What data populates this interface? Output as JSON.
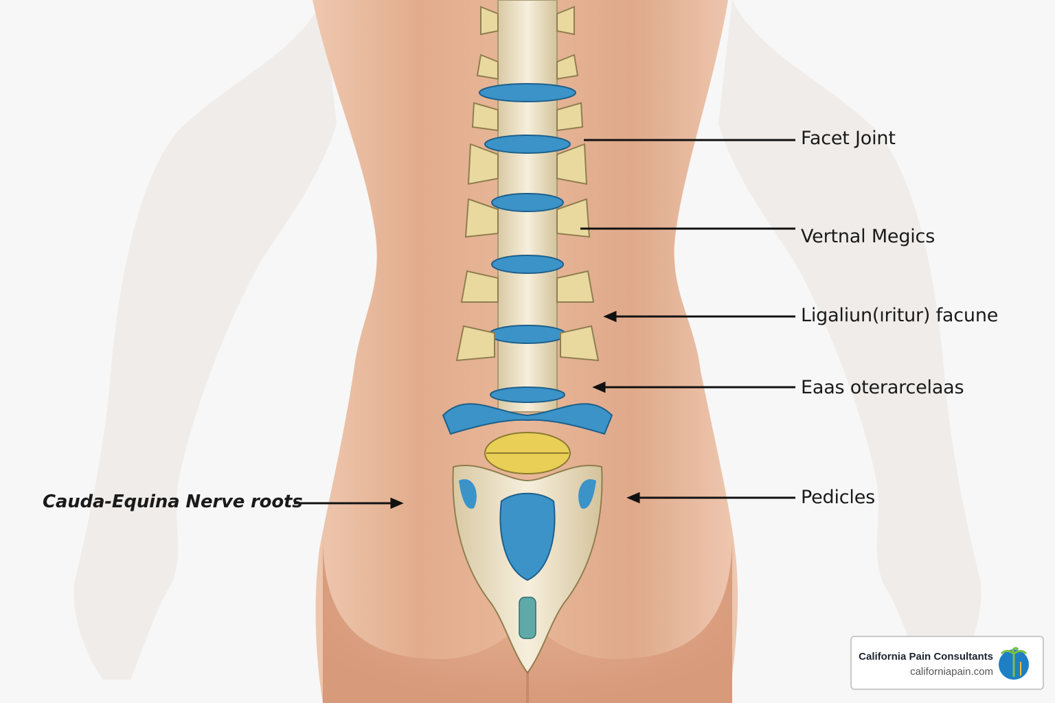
{
  "labels": {
    "facet_joint": "Facet Joint",
    "vertnal_megics": "Vertnal Megics",
    "ligaliun": "Ligaliun(ıritur) facune",
    "eaas": "Eaas oterarcelaas",
    "pedicles": "Pedicles",
    "cauda": "Cauda-Equina Nerve roots"
  },
  "brand": {
    "name": "California Pain Consultants",
    "url": "californiapain.com"
  },
  "colors": {
    "skin": "#e6b79a",
    "bone": "#efe4c9",
    "disc_blue": "#3b93c8",
    "nucleus_yellow": "#e9cf55"
  }
}
